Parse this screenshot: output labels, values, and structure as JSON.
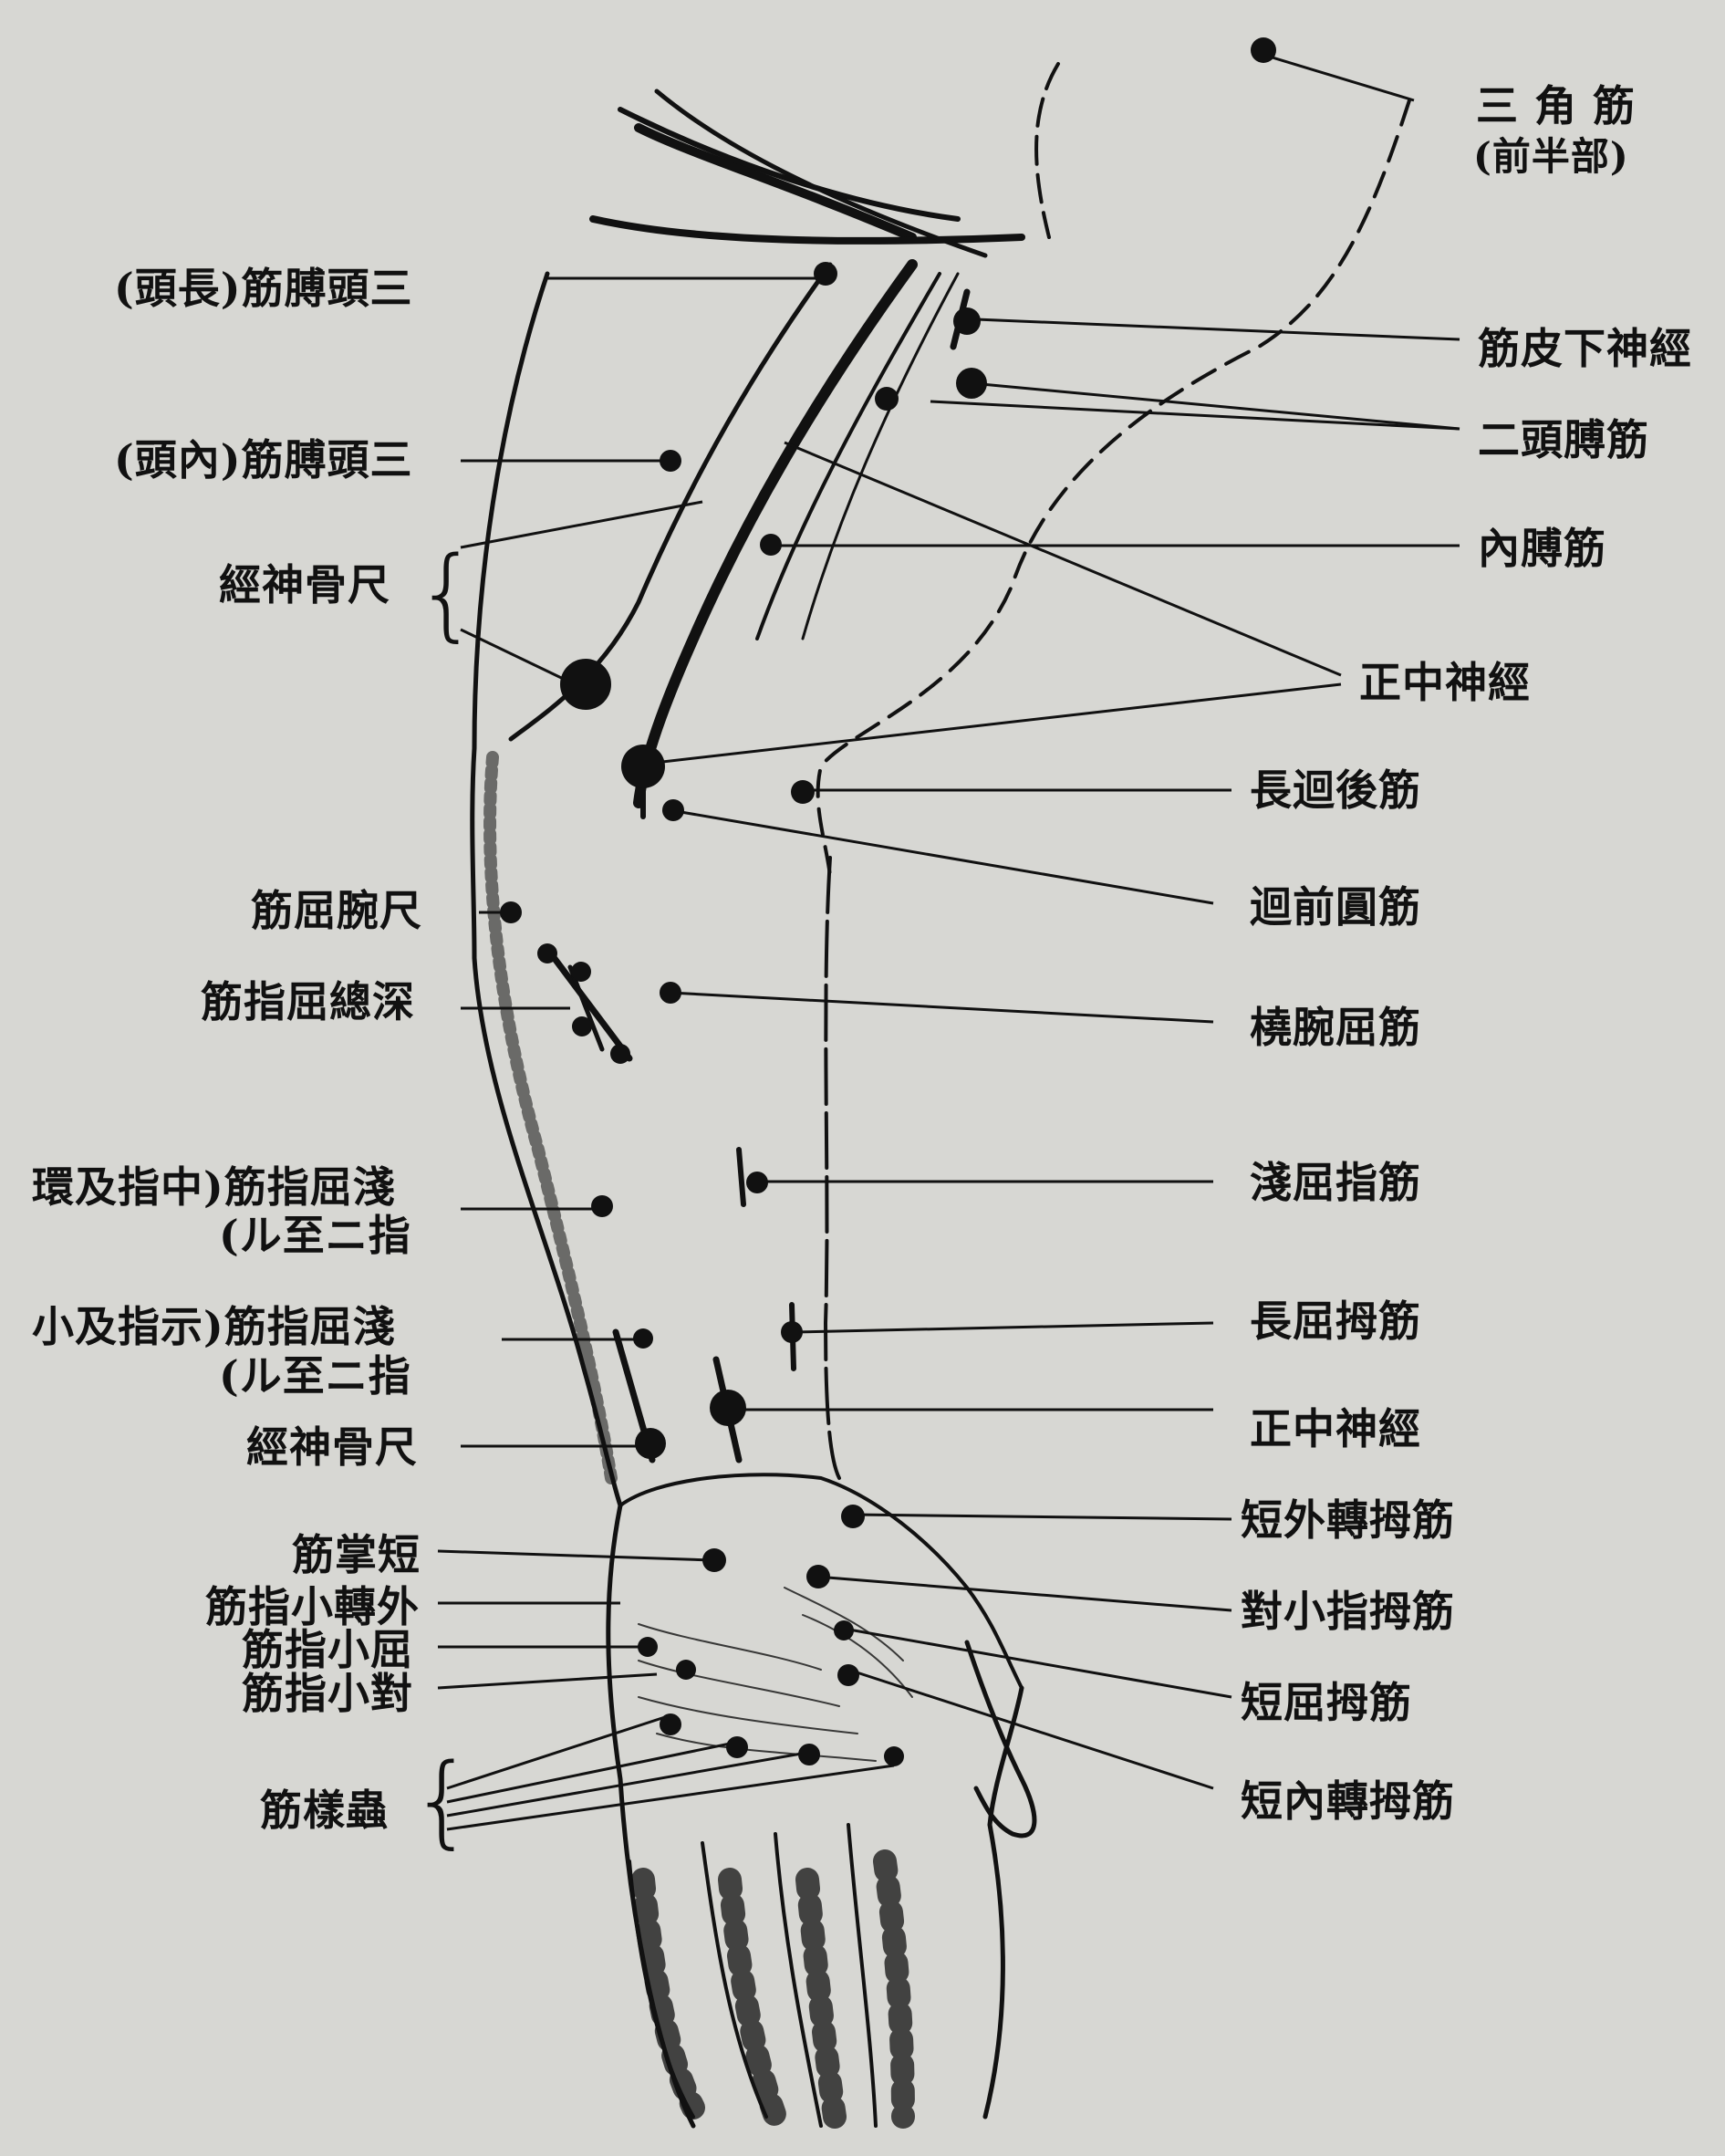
{
  "labels": {
    "deltoid": "三 角 筋",
    "deltoid_sub": "(前半部)",
    "triceps_long": "(頭長)筋膊頭三",
    "triceps_medial": "(頭內)筋膊頭三",
    "ulnar_nerve_upper": "經神骨尺",
    "flexor_carpi_ulnaris": "筋屈腕尺",
    "flexor_digitorum_profundus": "筋指屈總深",
    "fds_ring_middle_1": "環及指中)筋指屈淺",
    "fds_ring_middle_2": "(ル至ニ指",
    "fds_index_little_1": "小及指示)筋指屈淺",
    "fds_index_little_2": "(ル至ニ指",
    "ulnar_nerve_lower": "經神骨尺",
    "palmaris_brevis": "筋掌短",
    "abductor_digiti_minimi": "筋指小轉外",
    "flexor_digiti_minimi": "筋指小屈",
    "opponens_digiti_minimi": "筋指小對",
    "lumbricals": "筋樣蟲",
    "musculocutaneous": "筋皮下神經",
    "biceps": "二頭膊筋",
    "brachialis": "內膊筋",
    "median_nerve_upper": "正中神經",
    "supinator_longus": "長迴後筋",
    "pronator_teres": "迴前圓筋",
    "flexor_carpi_radialis": "橈腕屈筋",
    "flexor_digitorum_superficialis": "淺屈指筋",
    "flexor_pollicis_longus": "長屈拇筋",
    "median_nerve_lower": "正中神經",
    "abductor_pollicis_brevis": "短外轉拇筋",
    "opponens_pollicis": "對小指拇筋",
    "flexor_pollicis_brevis": "短屈拇筋",
    "adductor_pollicis_brevis": "短內轉拇筋"
  },
  "colors": {
    "paper": "#d7d7d3",
    "ink": "#111111"
  }
}
